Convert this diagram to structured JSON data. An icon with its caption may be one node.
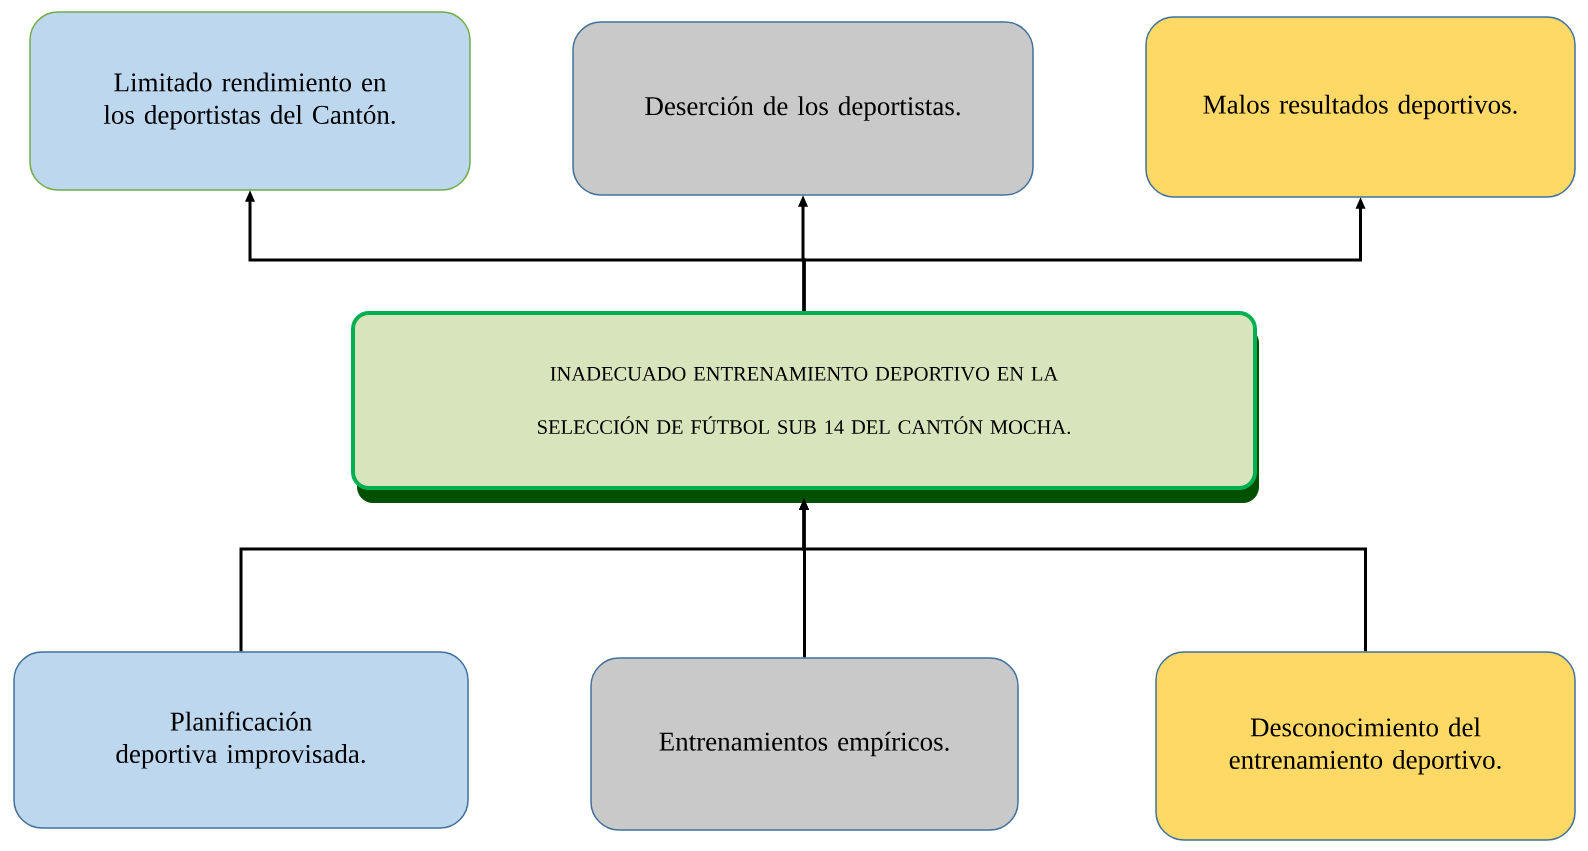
{
  "diagram": {
    "nodes": [
      {
        "text": [
          "Limitado rendimiento en los deportistas del Cantón."
        ]
      },
      {
        "text": [
          "Deserción de los deportistas."
        ]
      },
      {
        "text": [
          "Malos resultados deportivos."
        ]
      },
      {
        "text": [
          "INADECUADO ENTRENAMIENTO DEPORTIVO EN LA SELECCIÓN DE FÚTBOL SUB 14 DEL CANTÓN MOCHA."
        ]
      },
      {
        "text": [
          "Planificación deportiva improvisada."
        ]
      },
      {
        "text": [
          "Entrenamientos empíricos."
        ]
      },
      {
        "text": [
          "Desconocimiento del entrenamiento deportivo."
        ]
      }
    ],
    "edges": [
      {
        "from": 3,
        "to": 0,
        "arrow": "to"
      },
      {
        "from": 3,
        "to": 1,
        "arrow": "to"
      },
      {
        "from": 3,
        "to": 2,
        "arrow": "to"
      },
      {
        "from": 4,
        "to": 3,
        "arrow": "to"
      },
      {
        "from": 5,
        "to": 3,
        "arrow": "to"
      },
      {
        "from": 6,
        "to": 3,
        "arrow": "to"
      }
    ]
  }
}
